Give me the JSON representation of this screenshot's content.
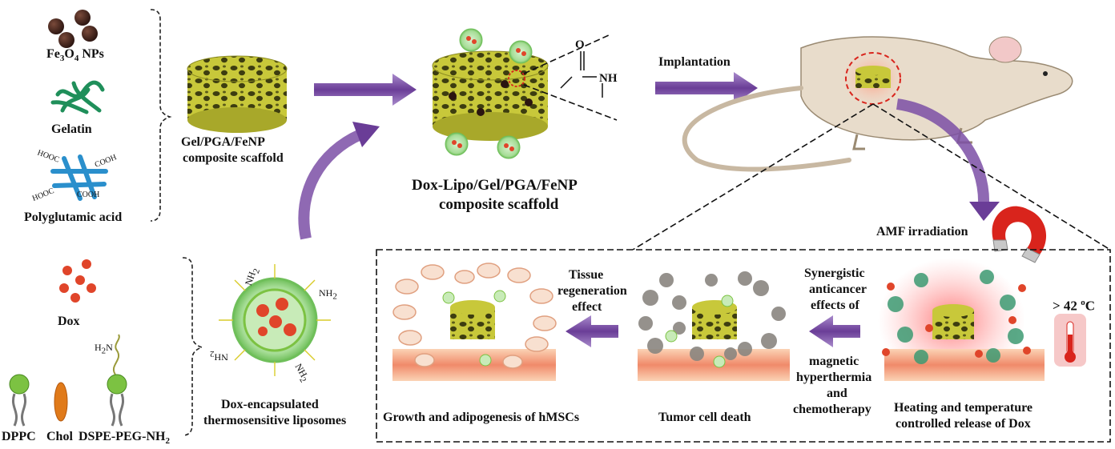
{
  "materials": {
    "fe3o4_prefix": "Fe",
    "fe3o4_sub1": "3",
    "fe3o4_mid": "O",
    "fe3o4_sub2": "4",
    "fe3o4_suffix": " NPs",
    "gelatin": "Gelatin",
    "pga": "Polyglutamic acid",
    "cooh_1": "COOH",
    "cooh_2": "COOH",
    "hooc_1": "HOOC",
    "hooc_2": "HOOC"
  },
  "scaffold1": {
    "line1": "Gel/PGA/FeNP",
    "line2": "composite scaffold"
  },
  "scaffold2": {
    "line1": "Dox-Lipo/Gel/PGA/FeNP",
    "line2": "composite scaffold"
  },
  "bond": {
    "oxygen": "O",
    "nh": "NH"
  },
  "implantation": "Implantation",
  "amf": "AMF irradiation",
  "liposome": {
    "dox": "Dox",
    "dppc": "DPPC",
    "chol": "Chol",
    "dspe_prefix": "DSPE-PEG-NH",
    "dspe_sub": "2",
    "h2n_prefix": "H",
    "h2n_sub": "2",
    "h2n_suffix": "N",
    "nh2_prefix": "NH",
    "nh2_sub": "2",
    "line1": "Dox-encapsulated",
    "line2": "thermosensitive liposomes"
  },
  "temp": {
    "prefix": "> 42 ",
    "sup": "o",
    "unit": "C"
  },
  "heating": {
    "line1": "Heating and temperature",
    "line2": "controlled release of Dox"
  },
  "synergy": {
    "line1": "Synergistic",
    "line2": "anticancer",
    "line3": "effects of",
    "line4": "magnetic",
    "line5": "hyperthermia",
    "line6": "and",
    "line7": "chemotherapy"
  },
  "death": "Tumor cell death",
  "tissue": {
    "line1": "Tissue",
    "line2": "regeneration",
    "line3": "effect"
  },
  "growth": "Growth and adipogenesis of hMSCs",
  "colors": {
    "arrow": "#7b4fa6",
    "scaffold": "#c8c83a",
    "scaffold_dark": "#4a4a12",
    "liposome": "#8fd18f",
    "dox": "#e0452a",
    "tissue": "#f08a6a"
  }
}
